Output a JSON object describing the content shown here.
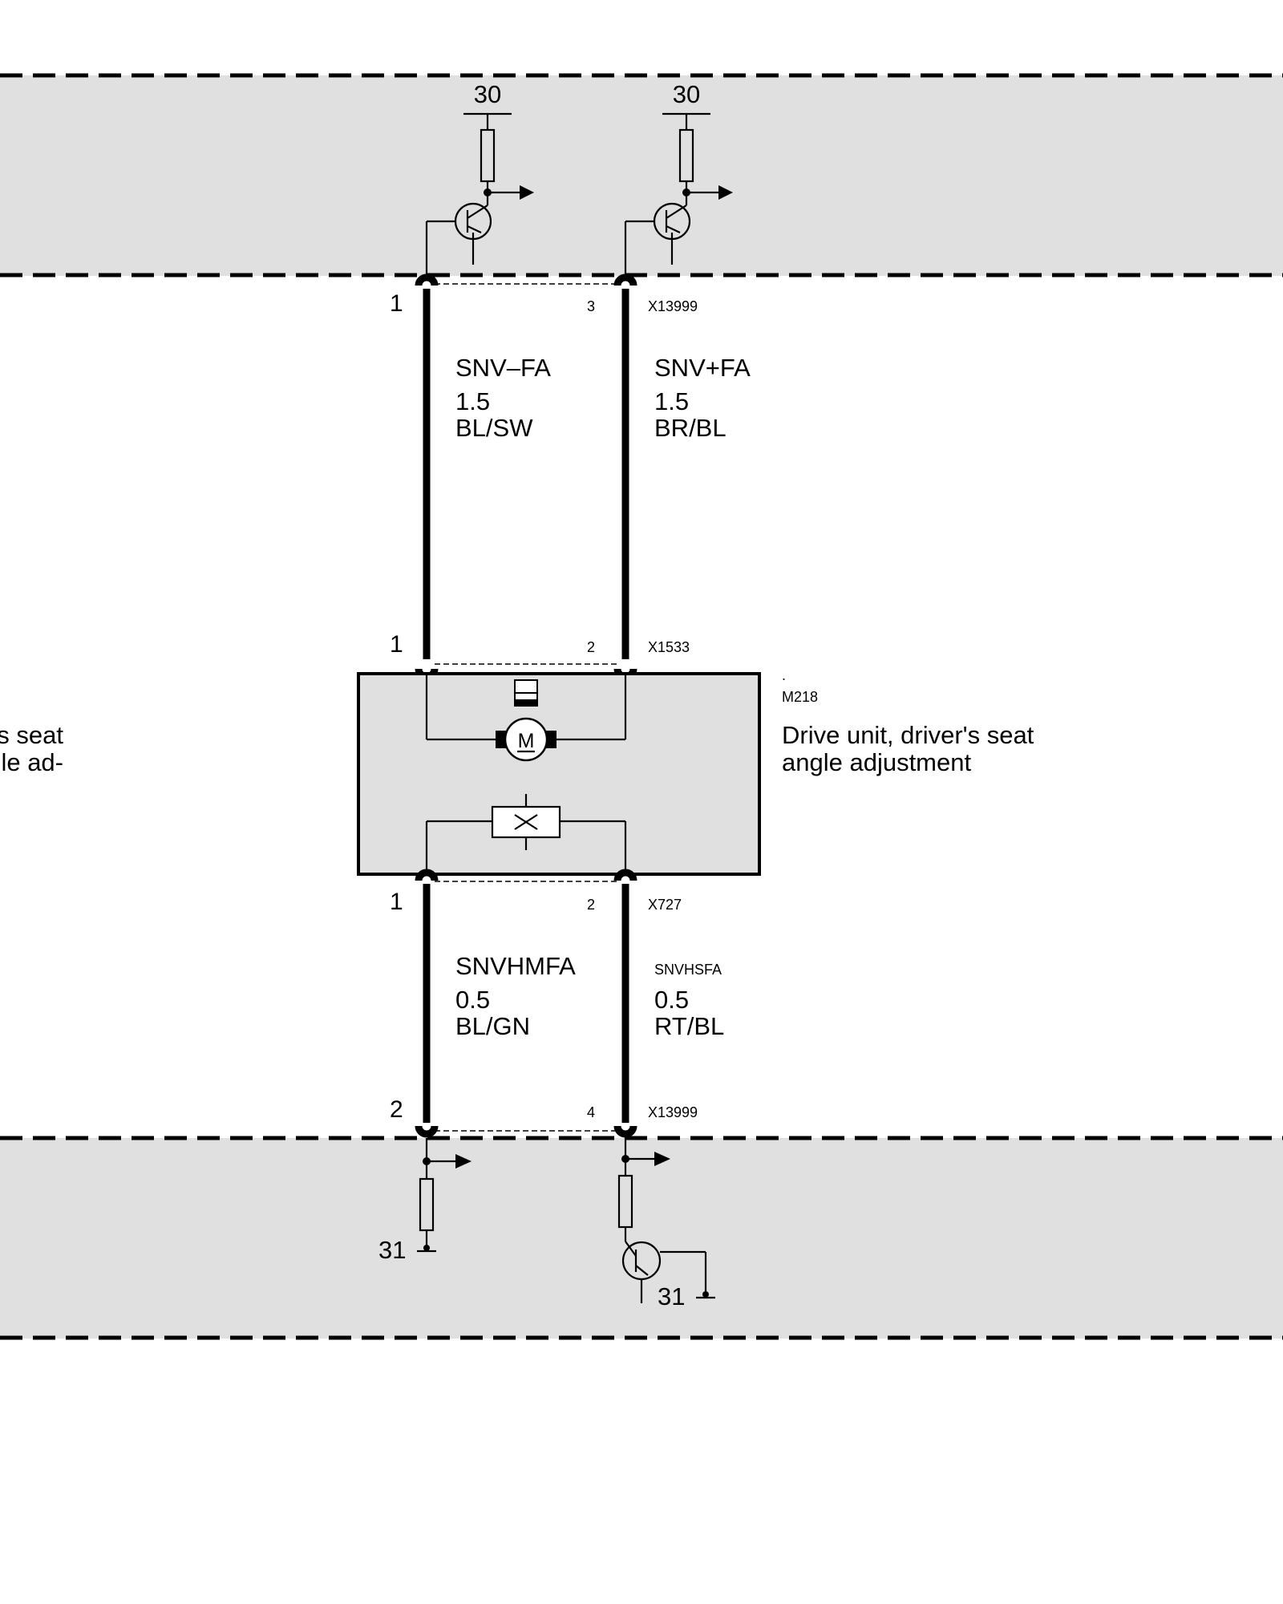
{
  "top_module": {
    "supply_left_label": "30",
    "supply_right_label": "30"
  },
  "connector_top": {
    "name": "X13999",
    "pin_left": "1",
    "pin_right": "3"
  },
  "wire_left_upper": {
    "signal": "SNV–FA",
    "cross_section": "1.5",
    "color": "BL/SW"
  },
  "wire_right_upper": {
    "signal": "SNV+FA",
    "cross_section": "1.5",
    "color": "BR/BL"
  },
  "connector_motor": {
    "name": "X1533",
    "pin_left": "1",
    "pin_right": "2"
  },
  "component": {
    "dot": ".",
    "id": "M218",
    "description_line1": "Drive unit, driver's seat",
    "description_line2": "angle adjustment",
    "motor_label": "M",
    "left_cut_line1": "s seat",
    "left_cut_line2": "le ad-"
  },
  "connector_hall": {
    "name": "X727",
    "pin_left": "1",
    "pin_right": "2"
  },
  "wire_left_lower": {
    "signal": "SNVHMFA",
    "cross_section": "0.5",
    "color": "BL/GN"
  },
  "wire_right_lower": {
    "signal": "SNVHSFA",
    "cross_section": "0.5",
    "color": "RT/BL"
  },
  "connector_bottom": {
    "name": "X13999",
    "pin_left": "2",
    "pin_right": "4"
  },
  "bottom_module": {
    "ground_left_label": "31",
    "ground_right_label": "31"
  }
}
